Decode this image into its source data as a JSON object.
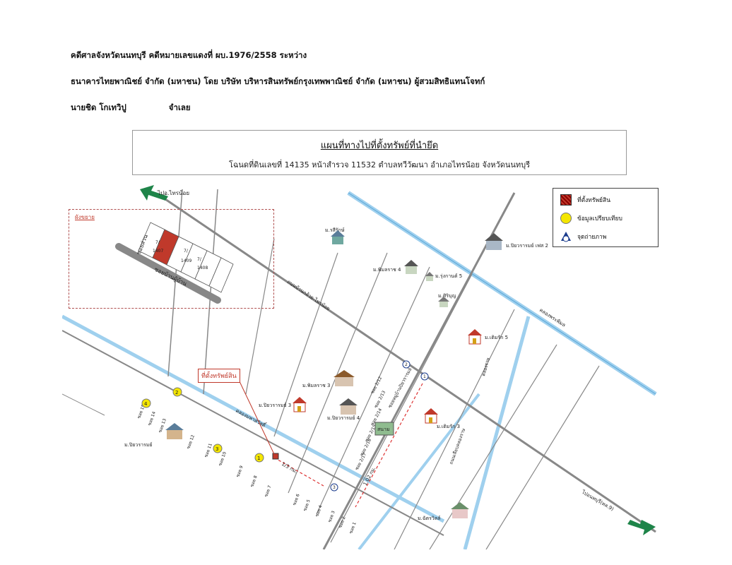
{
  "header": {
    "line1": "คดีศาลจังหวัดนนทบุรี คดีหมายเลขแดงที่ ผบ.1976/2558  ระหว่าง",
    "line2": "ธนาคารไทยพาณิชย์ จำกัด (มหาชน) โดย บริษัท บริหารสินทรัพย์กรุงเทพพาณิชย์ จำกัด (มหาชน)   ผู้สวมสิทธิแทนโจทก์",
    "line3_name": "นายชิด  โกเทวิปู",
    "line3_role": "จำเลย"
  },
  "map_title": {
    "title": "แผนที่ทางไปที่ตั้งทรัพย์ที่นำยึด",
    "subtitle": "โฉนดที่ดินเลขที่ 14135  หน้าสำรวจ 11532  ตำบลทวีวัฒนา  อำเภอไทรน้อย  จังหวัดนนทบุรี"
  },
  "legend": {
    "property": "ที่ตั้งทรัพย์สิน",
    "comparison": "ข้อมูลเปรียบเทียบ",
    "photo_point": "จุดถ่ายภาพ"
  },
  "inset": {
    "title": "ผังขยาย",
    "road_label": "ซอยบ้านผู้บ้าน",
    "road_top": "ซอยส่วน",
    "plots": [
      "7/",
      "1407",
      "7/",
      "1409",
      "1408",
      "7/"
    ]
  },
  "property_tag": "ที่ตั้งทรัพย์สิน",
  "places": {
    "to_sainoi": "ไปอ.ไทรน้อย",
    "to_nonthaburi": "ไปอนทบุรี(ทล.9)",
    "m_ratchai": "ม.รสีรักษ์",
    "m_piyawan2": "ม.ปิยวรารมย์ เฟส 2",
    "m_phimon4": "ม.พิมลราช 4",
    "m_rungkan5": "ม.รุ่งกานต์ 5",
    "m_siriboon": "ม.ศิริบุญ",
    "m_termruk5": "ม.เติมรัก 5",
    "m_phimon3": "ม.พิมลราช 3",
    "m_piyawan3": "ม.ปิยวรารมย์ 3",
    "m_piyawan4": "ม.ปิยวรารมย์ 4",
    "m_termruk3": "ม.เติมรัก 3",
    "m_piyawan": "ม.ปิยวรารมย์",
    "m_chatwari": "ม.ฉัตรวิลล์",
    "school": "สนาม",
    "road_main": "ถนนบ้านกล้วย-ไทรน้อย",
    "canal_phimon": "คลองพระพิมล",
    "canal_rat": "คลองราษ",
    "canal_mahasawat": "คลองมหาสวัสดิ์",
    "road_soi_ban": "ถนนเลียบคลองราษ",
    "soi_village": "ซอยหมู่บ้านปิยวรารมย์",
    "dist1": "1/3 กม.",
    "dist2": "1.02 กม.",
    "soi_labels": [
      "ซอย 15",
      "ซอย 14",
      "ซอย 13",
      "ซอย 12",
      "ซอย 11",
      "ซอย 10",
      "ซอย 9",
      "ซอย 8",
      "ซอย 7",
      "ซอย 6",
      "ซอย 5",
      "ซอย 4",
      "ซอย 3",
      "ซอย 2",
      "ซอย 1"
    ],
    "soi_right": [
      "ซอย 2/12",
      "ซอย 2/13",
      "ซอย 2/14",
      "ซอย 2/15",
      "ซอย 2/16",
      "ซอย 2/17"
    ]
  },
  "markers": {
    "c1": "1",
    "c2": "2",
    "c3": "3",
    "c4": "4",
    "p1": "1",
    "p2": "2",
    "p3": "3"
  },
  "colors": {
    "canal": "#9fd0ee",
    "road": "#888888",
    "property": "#c0392b",
    "comparison": "#f4e600",
    "arrow": "#1e8449"
  }
}
